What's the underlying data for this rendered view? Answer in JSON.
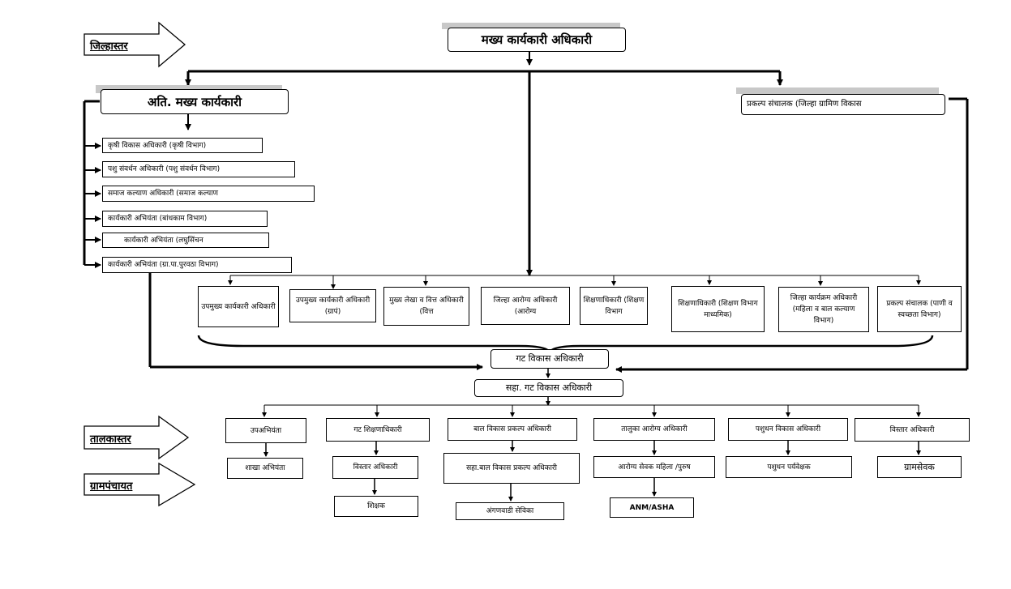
{
  "level_labels": {
    "district": "जिल्हास्तर",
    "taluka": "तालकास्तर",
    "grampanchayat": "ग्रामपंचायत"
  },
  "ceo": "मख्य कार्यकारी अधिकारी",
  "addl_ceo": "अति. मख्य कार्यकारी",
  "project_director": "प्रकल्प संचालक  (जिल्हा ग्रामिण विकास",
  "addl_ceo_departments": [
    "कृषी विकास अधिकारी (कृषी विभाग)",
    "पशु संवर्धन  अधिकारी (पशु संवर्धन विभाग)",
    "समाज कल्याण   अधिकारी (समाज कल्याण",
    "कार्यकारी अभियंता (बांधकाम विभाग)",
    "कार्यकारी अभियंता (लघुसिंचन",
    "कार्यकारी अभियंता (ग्रा.पा.पुरवठा विभाग)"
  ],
  "district_officers": [
    "उपमुख्य कार्यकारी अधिकारी",
    "उपमुख्य कार्यकारी अधिकारी  (ग्रापं)",
    "मुख्य लेखा व वित्त अधिकारी (वित्त",
    "जिल्हा आरोग्य अधिकारी (आरोग्य",
    "शिक्षणाधिकारी (शिक्षण विभाग",
    "शिक्षणाधिकारी (शिक्षण विभाग माध्यमिक)",
    "जिल्हा कार्यक्रम अधिकारी (महिला व बाल कल्याण विभाग)",
    "प्रकल्प संचालक (पाणी व स्वच्छता विभाग)"
  ],
  "bdo": "गट विकास अधिकारी",
  "asst_bdo": "सहा. गट विकास अधिकारी",
  "taluka_officers": [
    "उपअभियंता",
    "गट शिक्षणाधिकारी",
    "बाल विकास प्रकल्प अधिकारी",
    "तालुका आरोग्य अधिकारी",
    "पशुधन विकास अधिकारी",
    "विस्तार अधिकारी"
  ],
  "village_staff": [
    "शाखा अभियंता",
    "विस्तार अधिकारी",
    "सहा.बाल विकास प्रकल्प अधिकारी",
    "आरोग्य सेवक महिला /पुरुष",
    "पशुधन पर्यवेक्षक",
    "ग्रामसेवक"
  ],
  "village_sub_staff": [
    "शिक्षक",
    "अंगणवाडी सेविका",
    "ANM/ASHA"
  ]
}
